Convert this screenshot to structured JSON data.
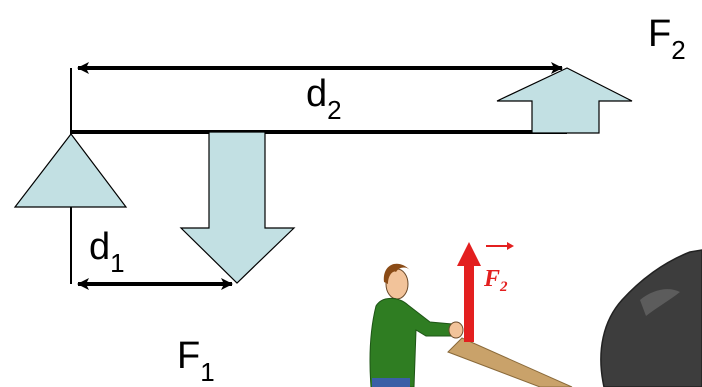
{
  "labels": {
    "f2": {
      "main": "F",
      "sub": "2"
    },
    "d2": {
      "main": "d",
      "sub": "2"
    },
    "d1": {
      "main": "d",
      "sub": "1"
    },
    "f1": {
      "main": "F",
      "sub": "1"
    },
    "vector_f2": {
      "main": "F",
      "sub": "2"
    }
  },
  "colors": {
    "arrow_fill": "#c2e0e3",
    "outline": "#000000",
    "force_vector": "#e31f1f",
    "shirt": "#2f7d22",
    "hair": "#8a4b16",
    "skin": "#f2c39a",
    "lever_plank": "#c9a26a",
    "rock": "#3d3d3d"
  },
  "icons": [
    "fulcrum-triangle",
    "effort-arrow-up",
    "load-arrow-down",
    "person-pushing-lever",
    "rock"
  ]
}
